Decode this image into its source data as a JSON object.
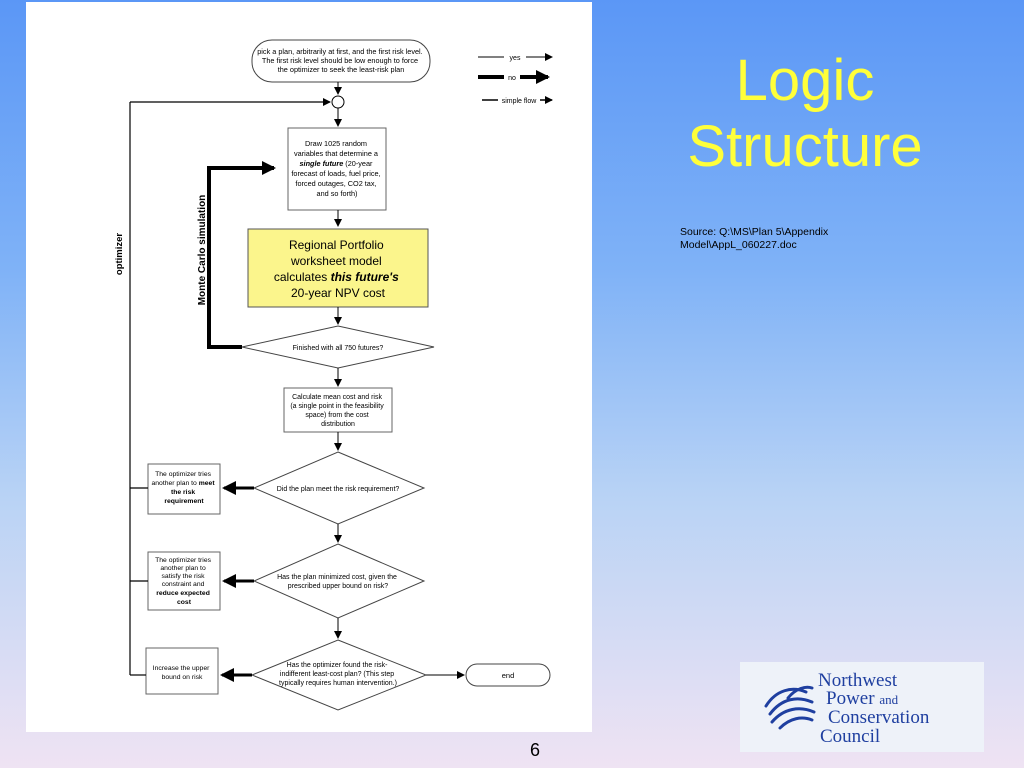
{
  "slide": {
    "title_line1": "Logic",
    "title_line2": "Structure",
    "source_line1": "Source: Q:\\MS\\Plan 5\\Appendix",
    "source_line2": "Model\\AppL_060227.doc",
    "page_number": "6"
  },
  "colors": {
    "title": "#ffff3a",
    "highlight_box": "#fbf58c",
    "background_top": "#5b97f6",
    "background_bottom": "#efe3f3"
  },
  "legend": {
    "yes": "yes",
    "no": "no",
    "simple_flow": "simple flow"
  },
  "flowchart": {
    "start_l1": "pick a plan, arbitrarily at first, and the first risk level.",
    "start_l2": "The first risk level should be low enough to force",
    "start_l3": "the optimizer to seek the least-risk plan",
    "draw_l1": "Draw 1025 random",
    "draw_l2": "variables that determine a",
    "draw_l3a": "single future",
    "draw_l3b": " (20-year",
    "draw_l4": "forecast of loads, fuel price,",
    "draw_l5": "forced outages, CO2 tax,",
    "draw_l6": "and so forth)",
    "rpm_l1": "Regional Portfolio",
    "rpm_l2": "worksheet model",
    "rpm_l3a": "calculates ",
    "rpm_l3b": "this future's",
    "rpm_l4": "20-year NPV cost",
    "finished": "Finished with all 750 futures?",
    "calc_l1": "Calculate mean cost and risk",
    "calc_l2": "(a single point in the feasibility",
    "calc_l3": "space) from the cost",
    "calc_l4": "distribution",
    "q_risk": "Did the plan meet the risk requirement?",
    "q_min_l1": "Has the plan minimized cost, given the",
    "q_min_l2": "prescribed upper bound on risk?",
    "q_found_l1": "Has the optimizer found the risk-",
    "q_found_l2": "indifferent least-cost plan? (This step",
    "q_found_l3": "typically requires human intervention.)",
    "end": "end",
    "opt1_l1": "The optimizer tries",
    "opt1_l2a": "another plan to ",
    "opt1_l2b": "meet",
    "opt1_l3": "the risk",
    "opt1_l4": "requirement",
    "opt2_l1": "The optimizer tries",
    "opt2_l2": "another plan to",
    "opt2_l3": "satisfy the risk",
    "opt2_l4": "constraint and",
    "opt2_l5": "reduce expected",
    "opt2_l6": "cost",
    "upper_l1": "Increase the upper",
    "upper_l2": "bound on risk",
    "monte_carlo": "Monte Carlo simulation",
    "optimizer": "optimizer"
  },
  "logo": {
    "line1": "Northwest",
    "line2a": "Power",
    "line2b": "and",
    "line3": "Conservation",
    "line4": "Council"
  }
}
